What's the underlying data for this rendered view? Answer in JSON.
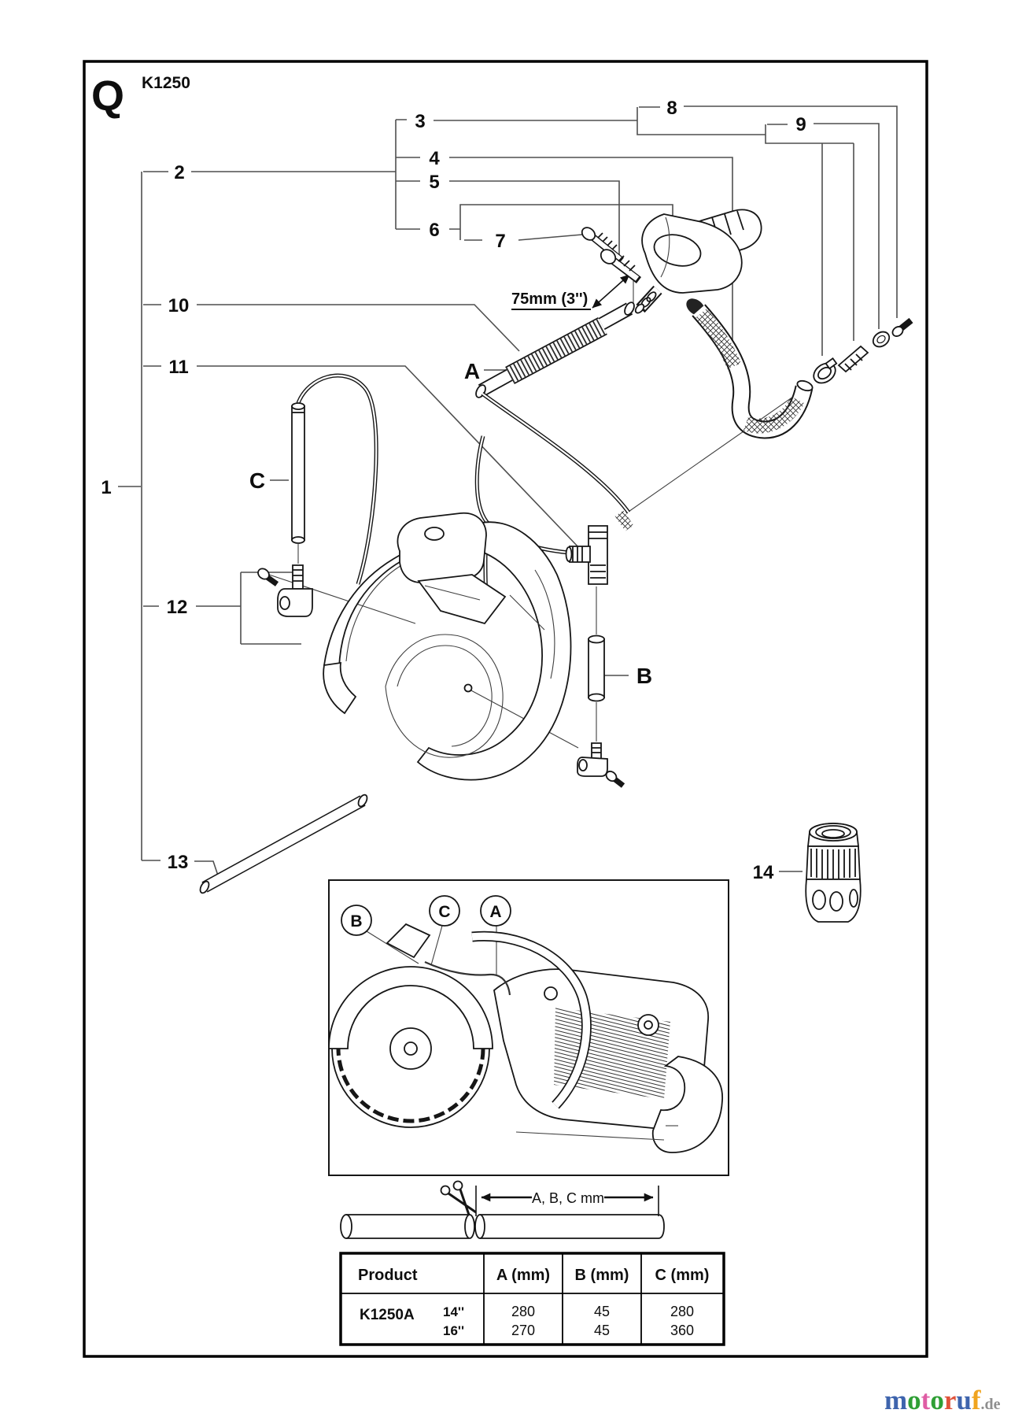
{
  "header": {
    "section_letter": "Q",
    "model": "K1250"
  },
  "callouts": {
    "c1": "1",
    "c2": "2",
    "c3": "3",
    "c4": "4",
    "c5": "5",
    "c6": "6",
    "c7": "7",
    "c8": "8",
    "c9": "9",
    "c10": "10",
    "c11": "11",
    "c12": "12",
    "c13": "13",
    "c14": "14"
  },
  "part_letters": {
    "a": "A",
    "b": "B",
    "c": "C"
  },
  "dimension_label": "75mm (3'')",
  "inset_letters": {
    "b": "B",
    "c": "C",
    "a": "A"
  },
  "cut_note": {
    "arrow_label": "A, B, C mm"
  },
  "table": {
    "headers": {
      "product": "Product",
      "a": "A (mm)",
      "b": "B (mm)",
      "c": "C (mm)"
    },
    "row": {
      "product": "K1250A",
      "sizes": [
        "14''",
        "16''"
      ],
      "a": [
        "280",
        "270"
      ],
      "b": [
        "45",
        "45"
      ],
      "c": [
        "280",
        "360"
      ]
    }
  },
  "watermark": {
    "letters": [
      {
        "ch": "m",
        "style": "fill:#3e64ad"
      },
      {
        "ch": "o",
        "style": "fill:#2f9f35"
      },
      {
        "ch": "t",
        "style": "fill:#df5da4"
      },
      {
        "ch": "o",
        "style": "fill:#2f9f35"
      },
      {
        "ch": "r",
        "style": "fill:#e0523a"
      },
      {
        "ch": "u",
        "style": "fill:#3e64ad"
      },
      {
        "ch": "f",
        "style": "fill:#f0a41f"
      }
    ],
    "suffix": {
      "text": ".de",
      "style": "fill:#8e8e8e"
    }
  },
  "colors": {
    "line": "#161616",
    "leader": "#4f4f4f",
    "frame": "#000000",
    "background": "#ffffff"
  }
}
